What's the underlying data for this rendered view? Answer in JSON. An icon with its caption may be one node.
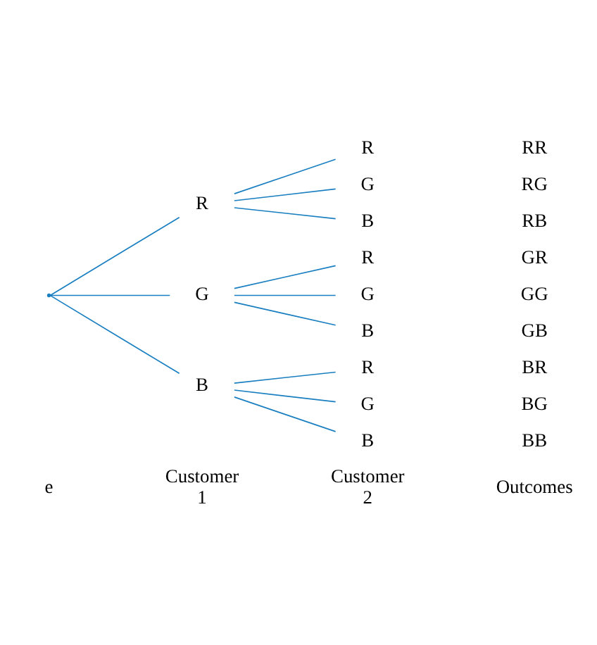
{
  "diagram": {
    "nodes": [
      {
        "text": [],
        "shape": "point"
      },
      {
        "text": [
          "R"
        ]
      },
      {
        "text": [
          "G"
        ]
      },
      {
        "text": [
          "B"
        ]
      },
      {
        "text": [
          "R"
        ]
      },
      {
        "text": [
          "G"
        ]
      },
      {
        "text": [
          "B"
        ]
      },
      {
        "text": [
          "R"
        ]
      },
      {
        "text": [
          "G"
        ]
      },
      {
        "text": [
          "B"
        ]
      },
      {
        "text": [
          "R"
        ]
      },
      {
        "text": [
          "G"
        ]
      },
      {
        "text": [
          "B"
        ]
      }
    ],
    "edges": [
      {
        "from": 0,
        "to": 1,
        "arrow": "none"
      },
      {
        "from": 0,
        "to": 2,
        "arrow": "none"
      },
      {
        "from": 0,
        "to": 3,
        "arrow": "none"
      },
      {
        "from": 1,
        "to": 4,
        "arrow": "none"
      },
      {
        "from": 1,
        "to": 5,
        "arrow": "none"
      },
      {
        "from": 1,
        "to": 6,
        "arrow": "none"
      },
      {
        "from": 2,
        "to": 7,
        "arrow": "none"
      },
      {
        "from": 2,
        "to": 8,
        "arrow": "none"
      },
      {
        "from": 2,
        "to": 9,
        "arrow": "none"
      },
      {
        "from": 3,
        "to": 10,
        "arrow": "none"
      },
      {
        "from": 3,
        "to": 11,
        "arrow": "none"
      },
      {
        "from": 3,
        "to": 12,
        "arrow": "none"
      }
    ],
    "labels": [
      "Customer 1",
      "Customer 2",
      "Outcomes",
      "e",
      "RR",
      "RG",
      "RB",
      "GR",
      "GG",
      "GB",
      "BR",
      "BG",
      "BB"
    ]
  }
}
